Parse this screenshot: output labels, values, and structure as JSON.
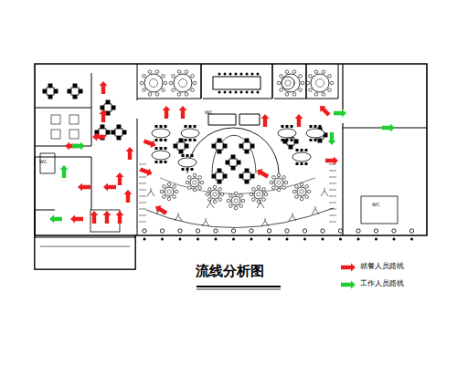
{
  "diagram": {
    "title": "流线分析图",
    "labels": [
      "WC",
      "WC",
      "WC"
    ],
    "legend": [
      {
        "text": "就餐人员路线"
      },
      {
        "text": "工作人员路线"
      }
    ]
  }
}
